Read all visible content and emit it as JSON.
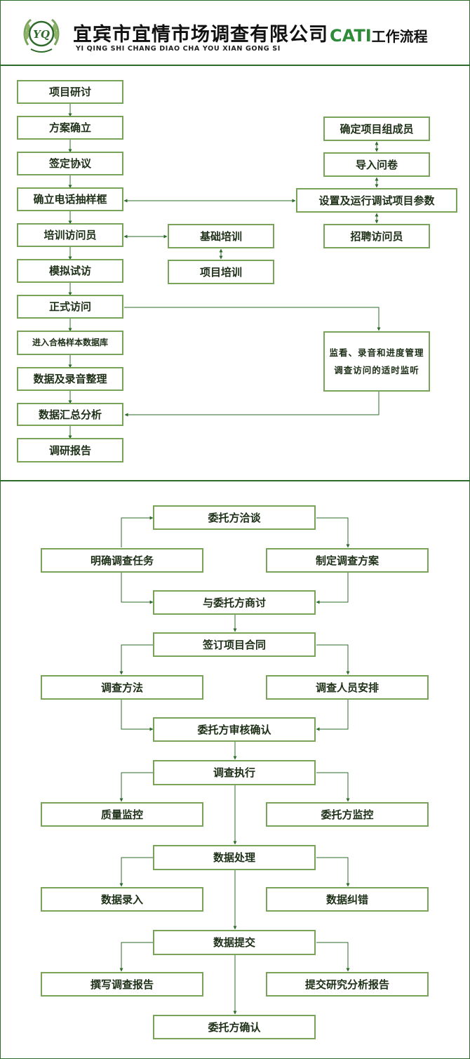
{
  "header": {
    "company_name": "宜宾市宜情市场调查有限公司",
    "company_pinyin": "YI QING SHI CHANG DIAO CHA YOU XIAN GONG SI",
    "logo_text": "YQ",
    "workflow_prefix": "CATI",
    "workflow_title": "工作流程"
  },
  "cati_flow": {
    "main": [
      "项目研讨",
      "方案确立",
      "签定协议",
      "确立电话抽样框",
      "培训访问员",
      "模拟试访",
      "正式访问",
      "进入合格样本数据库",
      "数据及录音整理",
      "数据汇总分析",
      "调研报告"
    ],
    "training": [
      "基础培训",
      "项目培训"
    ],
    "setup": [
      "确定项目组成员",
      "导入问卷",
      "设置及运行调试项目参数",
      "招聘访问员"
    ],
    "monitor_lines": [
      "监看、录音和进度管理",
      "调查访问的适时监听"
    ]
  },
  "project_flow": {
    "negotiation": "委托方洽谈",
    "clarify_task": "明确调查任务",
    "make_plan": "制定调查方案",
    "discuss_with_client": "与委托方商讨",
    "sign_contract": "签订项目合同",
    "survey_method": "调查方法",
    "staff_arrangement": "调查人员安排",
    "client_review": "委托方审核确认",
    "execute": "调查执行",
    "quality_monitor": "质量监控",
    "client_monitor": "委托方监控",
    "data_processing": "数据处理",
    "data_entry": "数据录入",
    "data_correction": "数据纠错",
    "data_submit": "数据提交",
    "write_report": "撰写调查报告",
    "submit_report": "提交研究分析报告",
    "client_confirm": "委托方确认"
  },
  "colors": {
    "border": "#2e6b2a",
    "box_border": "#7aa35a",
    "line": "#2e6b2a",
    "text": "#1d2f16",
    "accent": "#2e8b3a"
  }
}
